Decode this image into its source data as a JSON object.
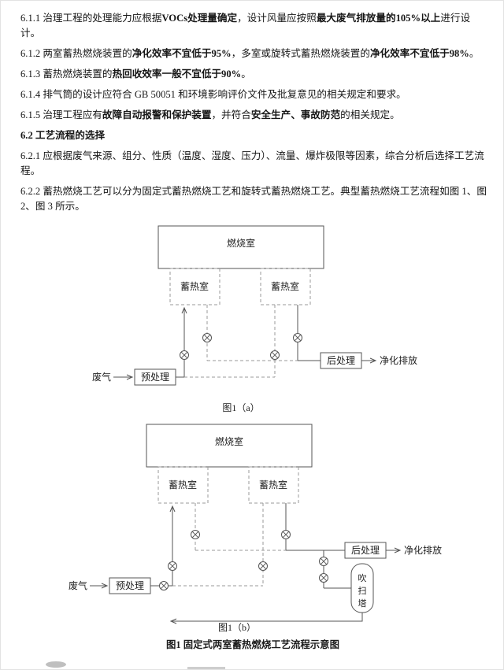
{
  "document": {
    "paragraphs": [
      {
        "name": "para-6-1-1",
        "heading": false,
        "segments": [
          {
            "text": "6.1.1 治理工程的处理能力应根据",
            "bold": false
          },
          {
            "text": "VOCs处理量确定",
            "bold": true
          },
          {
            "text": "，设计风量应按照",
            "bold": false
          },
          {
            "text": "最大废气排放量的105%以上",
            "bold": true
          },
          {
            "text": "进行设计。",
            "bold": false
          }
        ]
      },
      {
        "name": "para-6-1-2",
        "heading": false,
        "segments": [
          {
            "text": "6.1.2 两室蓄热燃烧装置的",
            "bold": false
          },
          {
            "text": "净化效率不宜低于95%",
            "bold": true
          },
          {
            "text": "，多室或旋转式蓄热燃烧装置的",
            "bold": false
          },
          {
            "text": "净化效率不宜低于98%",
            "bold": true
          },
          {
            "text": "。",
            "bold": false
          }
        ]
      },
      {
        "name": "para-6-1-3",
        "heading": false,
        "segments": [
          {
            "text": "6.1.3 蓄热燃烧装置的",
            "bold": false
          },
          {
            "text": "热回收效率一般不宜低于90%",
            "bold": true
          },
          {
            "text": "。",
            "bold": false
          }
        ]
      },
      {
        "name": "para-6-1-4",
        "heading": false,
        "segments": [
          {
            "text": "6.1.4 排气筒的设计应符合 GB 50051 和环境影响评价文件及批复意见的相关规定和要求。",
            "bold": false
          }
        ]
      },
      {
        "name": "para-6-1-5",
        "heading": false,
        "segments": [
          {
            "text": "6.1.5 治理工程应有",
            "bold": false
          },
          {
            "text": "故障自动报警和保护装置",
            "bold": true
          },
          {
            "text": "，并符合",
            "bold": false
          },
          {
            "text": "安全生产、事故防范",
            "bold": true
          },
          {
            "text": "的相关规定。",
            "bold": false
          }
        ]
      },
      {
        "name": "heading-6-2",
        "heading": true,
        "segments": [
          {
            "text": "6.2 工艺流程的选择",
            "bold": true
          }
        ]
      },
      {
        "name": "para-6-2-1",
        "heading": false,
        "segments": [
          {
            "text": "6.2.1 应根据废气来源、组分、性质（温度、湿度、压力）、流量、爆炸极限等因素，综合分析后选择工艺流程。",
            "bold": false
          }
        ]
      },
      {
        "name": "para-6-2-2",
        "heading": false,
        "segments": [
          {
            "text": "6.2.2 蓄热燃烧工艺可以分为固定式蓄热燃烧工艺和旋转式蓄热燃烧工艺。典型蓄热燃烧工艺流程如图 1、图 2、图 3 所示。",
            "bold": false
          }
        ]
      }
    ]
  },
  "diagram_a": {
    "combustion_chamber": "燃烧室",
    "regenerator_left": "蓄热室",
    "regenerator_right": "蓄热室",
    "waste_gas": "废气",
    "pretreatment": "预处理",
    "post_treatment": "后处理",
    "purified_discharge": "净化排放",
    "caption": "图1（a）"
  },
  "diagram_b": {
    "combustion_chamber": "燃烧室",
    "regenerator_left": "蓄热室",
    "regenerator_right": "蓄热室",
    "waste_gas": "废气",
    "pretreatment": "预处理",
    "post_treatment": "后处理",
    "purified_discharge": "净化排放",
    "purge_tower_chars": [
      "吹",
      "扫",
      "塔"
    ],
    "caption": "图1（b）"
  },
  "figure_caption": "图1  固定式两室蓄热燃烧工艺流程示意图",
  "colors": {
    "line_solid": "#555555",
    "line_dashed": "#999999",
    "text": "#222222",
    "page_bg": "#ffffff"
  }
}
